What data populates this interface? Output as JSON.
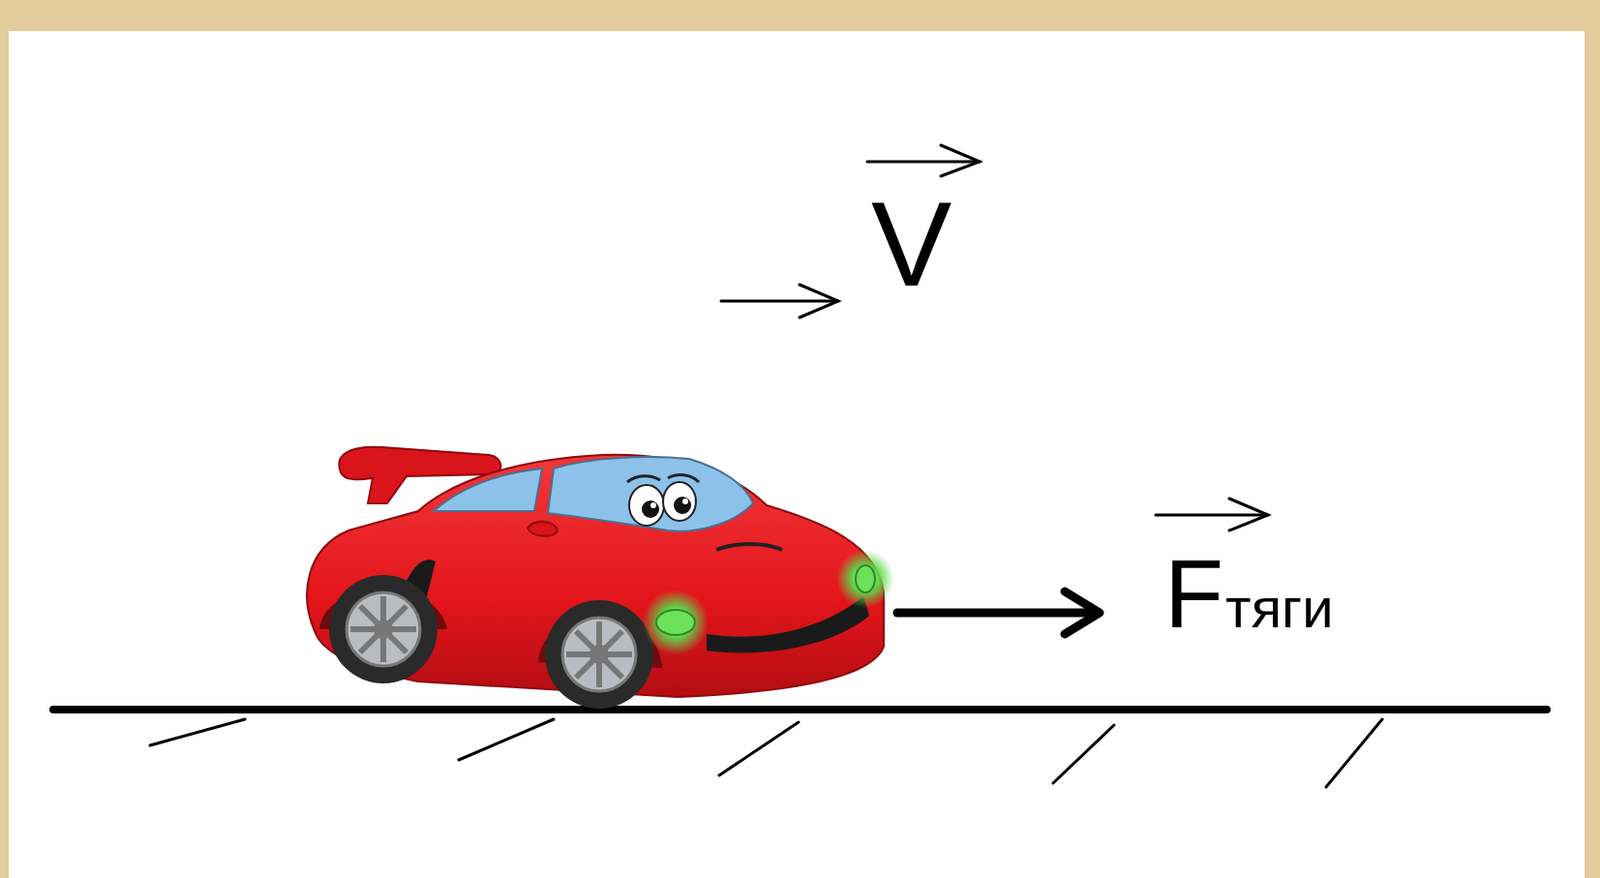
{
  "diagram": {
    "labels": [
      "V",
      "F",
      "тяги"
    ]
  }
}
